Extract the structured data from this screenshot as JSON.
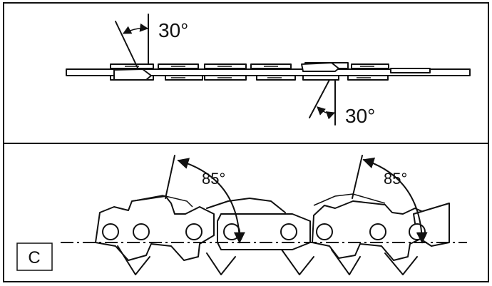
{
  "top_panel": {
    "angle_label_upper": "30°",
    "angle_label_lower": "30°"
  },
  "bottom_panel": {
    "angle_label_left": "85°",
    "angle_label_right": "85°",
    "section_label": "C"
  }
}
